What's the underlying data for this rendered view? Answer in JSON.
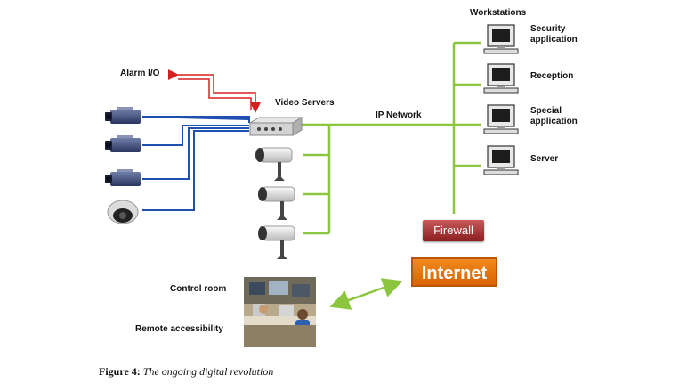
{
  "labels": {
    "workstations": "Workstations",
    "security_application": [
      "Security",
      "application"
    ],
    "reception": "Reception",
    "special_application": [
      "Special",
      "application"
    ],
    "server": "Server",
    "alarm_io": "Alarm I/O",
    "video_servers": "Video Servers",
    "ip_network": "IP Network",
    "firewall": "Firewall",
    "internet": "Internet",
    "control_room": "Control  room",
    "remote_accessibility": "Remote accessibility"
  },
  "caption": {
    "prefix": "Figure 4:",
    "text": "The ongoing digital revolution"
  },
  "colors": {
    "network_line": "#8cc63f",
    "camera_link": "#1f4fb0",
    "alarm_arrow": "#d62020",
    "internet_arrow": "#8cc63f",
    "firewall": "#a53434",
    "internet": "#e87a10"
  },
  "icons": [
    "box-camera-icon",
    "dome-camera-icon",
    "video-server-icon",
    "workstation-icon",
    "ip-camera-icon"
  ]
}
